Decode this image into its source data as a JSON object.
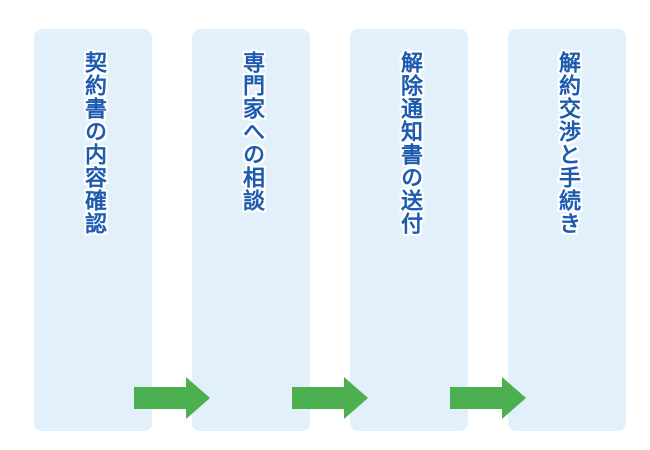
{
  "colors": {
    "card_background": "#e2f0fc",
    "text_fill": "#1d5bb0",
    "text_outline": "#ffffff",
    "arrow": "#4caf50"
  },
  "steps": [
    {
      "label": "契約書の内容確認"
    },
    {
      "label": "専門家への相談"
    },
    {
      "label": "解除通知書の送付"
    },
    {
      "label": "解約交渉と手続き"
    }
  ],
  "connectors": [
    {
      "icon": "right-arrow-icon"
    },
    {
      "icon": "right-arrow-icon"
    },
    {
      "icon": "right-arrow-icon"
    }
  ]
}
